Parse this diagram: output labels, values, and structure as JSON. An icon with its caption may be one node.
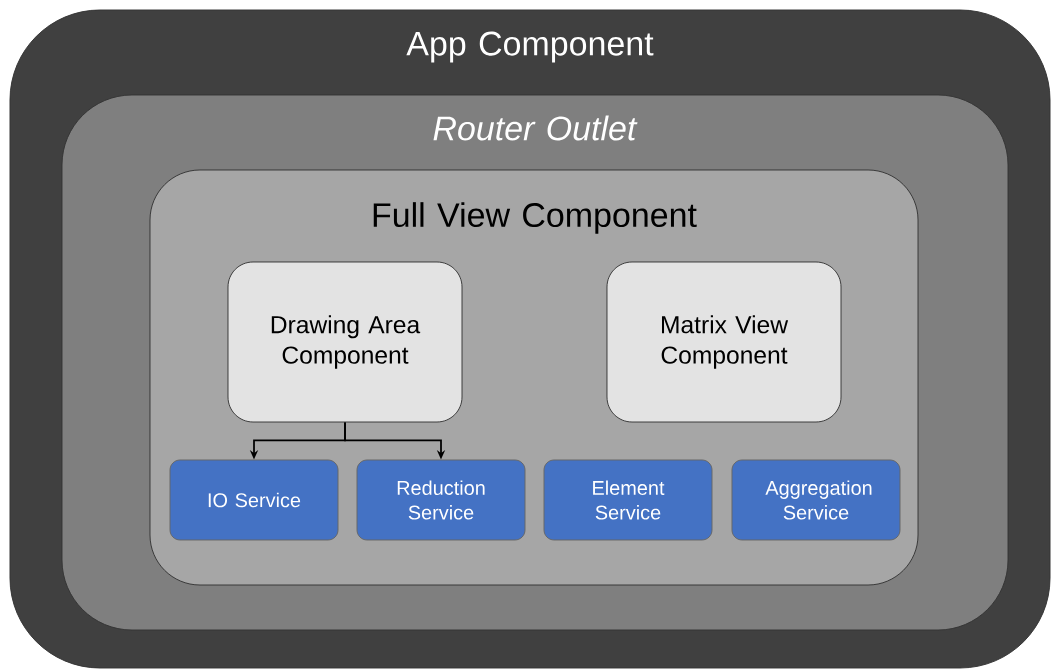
{
  "diagram": {
    "nodes": [
      {
        "text": [
          "App Component"
        ]
      },
      {
        "text": [
          "*Router Outlet*"
        ],
        "in": 0
      },
      {
        "text": [
          "Full View Component"
        ],
        "in": 1
      },
      {
        "text": [
          "Drawing Area Component"
        ],
        "in": 2
      },
      {
        "text": [
          "Matrix View Component"
        ],
        "in": 2
      },
      {
        "text": [
          "IO Service"
        ],
        "in": 2
      },
      {
        "text": [
          "Reduction Service"
        ],
        "in": 2
      },
      {
        "text": [
          "Element Service"
        ],
        "in": 2
      },
      {
        "text": [
          "Aggregation Service"
        ],
        "in": 2
      }
    ],
    "edges": [
      {
        "from": 3,
        "to": 5,
        "arrow": "to"
      },
      {
        "from": 3,
        "to": 6,
        "arrow": "to"
      }
    ]
  }
}
